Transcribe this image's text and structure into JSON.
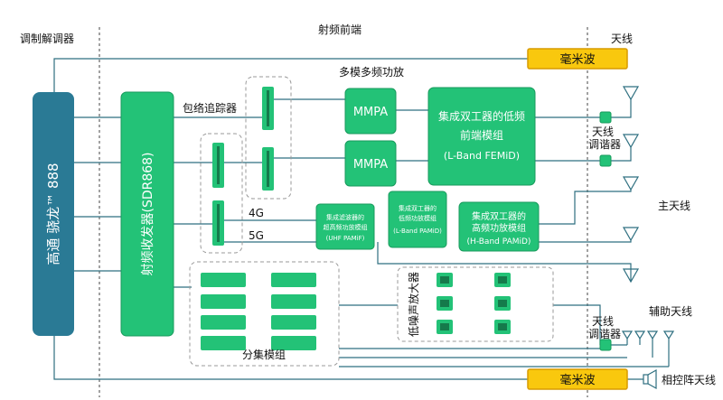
{
  "labels": {
    "modem": "调制解调器",
    "rf_front_end": "射频前端",
    "antenna": "天线",
    "mmwave_top": "毫米波",
    "mmwave_bottom": "毫米波",
    "multimode_pa": "多模多频功放",
    "envelope_tracker": "包络追踪器",
    "tuner_top_1": "天线",
    "tuner_top_2": "调谐器",
    "tuner_bottom_1": "天线",
    "tuner_bottom_2": "调谐器",
    "main_antenna": "主天线",
    "aux_antenna": "辅助天线",
    "phased_array": "相控阵天线",
    "band_4g": "4G",
    "band_5g": "5G",
    "diversity_module": "分集模组",
    "lna": "低噪声放大器"
  },
  "blocks": {
    "snapdragon": "高通 骁龙™ 888",
    "transceiver": "射频收发器(SDR868)",
    "mmpa_1": "MMPA",
    "mmpa_2": "MMPA",
    "femid": [
      "集成双工器的低频",
      "前端模组",
      "(L-Band FEMiD)"
    ],
    "uhf_pamif": [
      "集成滤波器的",
      "超高频功放模组",
      "(UHF PAMiF)"
    ],
    "l_pamid": [
      "集成双工器的",
      "低频功放模组",
      "(L-Band PAMiD)"
    ],
    "h_pamid": [
      "集成双工器的",
      "高频功放模组",
      "(H-Band PAMiD)"
    ]
  },
  "colors": {
    "block_green": "#23c277",
    "mmwave_yellow": "#f9c80e",
    "wire": "#2e6f80"
  }
}
